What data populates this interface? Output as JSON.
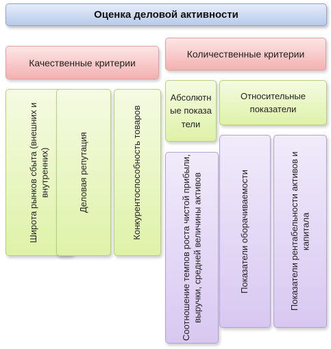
{
  "title": "Оценка деловой активности",
  "qualitative": {
    "header": "Качественные критерии",
    "items": [
      "Широта рынков сбыта (внешних и внутренних)",
      "Деловая репутация",
      "Конкурентоспособность товаров"
    ]
  },
  "quantitative": {
    "header": "Количественные критерии",
    "absolute": {
      "label": "Абсолютные показатели"
    },
    "relative": {
      "label": "Относительные показатели"
    },
    "absolute_items": [
      "Соотношение темпов роста чистой прибыли, выручки, средней величины активов"
    ],
    "relative_items": [
      "Показатели оборачиваемости",
      "Показатели рентабельности активов и капитала"
    ]
  }
}
